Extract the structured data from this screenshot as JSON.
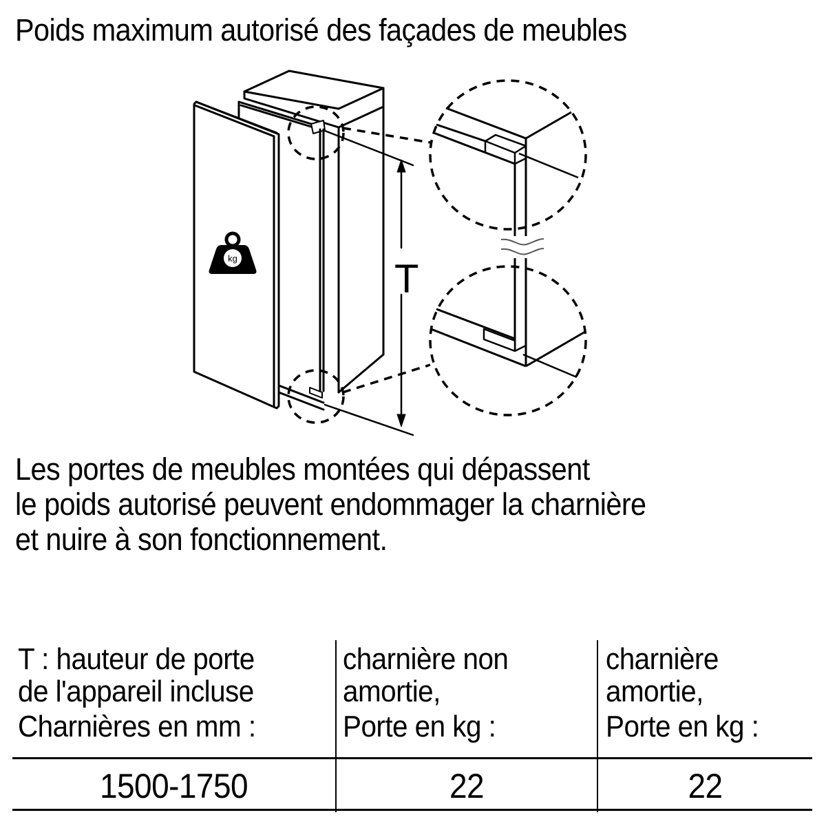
{
  "title": "Poids maximum autorisé des façades de meubles",
  "diagram": {
    "dimension_label": "T",
    "weight_icon_label": "kg"
  },
  "warning": {
    "lines": [
      "Les portes de meubles montées qui dépassent",
      "le poids autorisé peuvent endommager la charnière",
      "et nuire à son fonctionnement."
    ]
  },
  "table": {
    "headers": [
      {
        "lines": [
          "T : hauteur de porte",
          "de l'appareil incluse"
        ],
        "unit_line": "Charnières en mm :"
      },
      {
        "lines": [
          "charnière non",
          "amortie,"
        ],
        "unit_line": "Porte en kg :"
      },
      {
        "lines": [
          "charnière",
          "amortie,"
        ],
        "unit_line": "Porte en kg :"
      }
    ],
    "rows": [
      [
        "1500-1750",
        "22",
        "22"
      ]
    ]
  }
}
